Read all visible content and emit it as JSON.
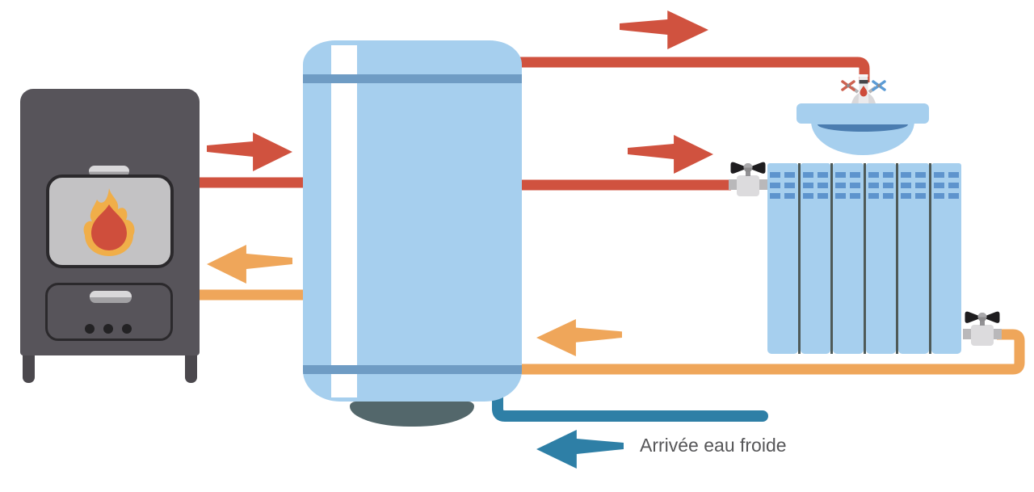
{
  "labels": {
    "cold_water_inlet": "Arrivée eau froide"
  },
  "colors": {
    "hot_flow": "#d0523f",
    "return_flow": "#efa65a",
    "cold_water": "#2e7fa6",
    "equipment_blue": "#a6cfee",
    "tank_band": "#6f9cc4",
    "boiler_gray": "#57545a",
    "flame_outer": "#f0ae49",
    "flame_inner": "#cf4e3c",
    "label_text": "#565658"
  },
  "components": {
    "boiler": "wood-boiler",
    "storage_tank": "hot-water-tank",
    "washbasin": "sink-with-faucet",
    "radiator": "radiator-6-sections",
    "valve_count": 2
  },
  "flows": [
    {
      "name": "boiler-to-tank",
      "type": "hot",
      "direction": "right"
    },
    {
      "name": "tank-to-faucet",
      "type": "hot",
      "direction": "right"
    },
    {
      "name": "tank-to-radiator",
      "type": "hot",
      "direction": "right"
    },
    {
      "name": "tank-to-boiler-return",
      "type": "return",
      "direction": "left"
    },
    {
      "name": "radiator-to-tank-return",
      "type": "return",
      "direction": "left"
    },
    {
      "name": "cold-water-inlet",
      "type": "cold",
      "direction": "left",
      "label": "Arrivée eau froide"
    }
  ]
}
